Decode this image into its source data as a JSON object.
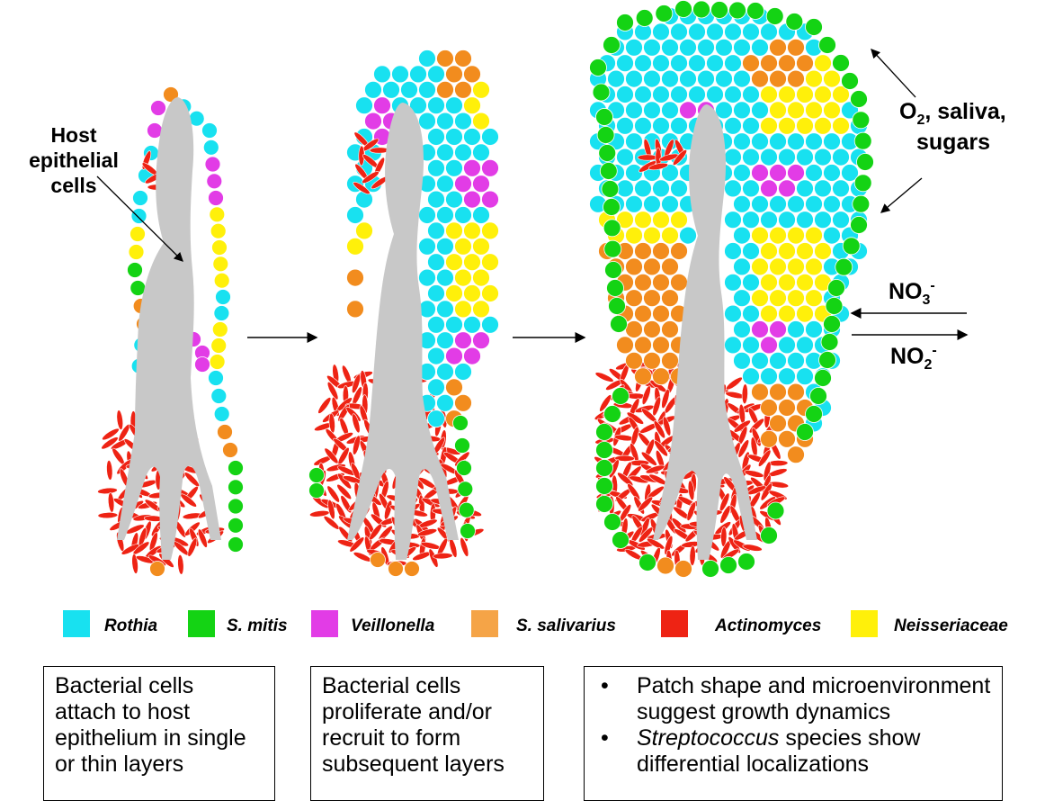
{
  "labels": {
    "host_l1": "Host",
    "host_l2": "epithelial",
    "host_l3": "cells",
    "o2_prefix": "O",
    "o2_sub": "2",
    "o2_suffix": ", saliva,",
    "sugars": "sugars",
    "no3": "NO",
    "no3_sub": "3",
    "no3_sup": "-",
    "no2": "NO",
    "no2_sub": "2",
    "no2_sup": "-"
  },
  "colors": {
    "rothia": "#18e1f0",
    "mitis": "#14d314",
    "veillonella": "#e23ce6",
    "salivarius": "#f28c1e",
    "actinomyces": "#ee2314",
    "neisseriaceae": "#fff00a",
    "host": "#c8c8c8"
  },
  "legend": [
    {
      "key": "rothia",
      "label": "Rothia",
      "color": "#18e1f0"
    },
    {
      "key": "mitis",
      "label": "S. mitis",
      "color": "#14d314"
    },
    {
      "key": "veillonella",
      "label": "Veillonella",
      "color": "#e23ce6"
    },
    {
      "key": "salivarius",
      "label": "S. salivarius",
      "color": "#f5a447"
    },
    {
      "key": "actinomyces",
      "label": "Actinomyces",
      "color": "#ee2314"
    },
    {
      "key": "neisseriaceae",
      "label": "Neisseriaceae",
      "color": "#fff00a"
    }
  ],
  "boxes": {
    "box1": "Bacterial cells\nattach to host\nepithelium in single\nor thin layers",
    "box2": "Bacterial cells\nproliferate and/or\nrecruit to form\nsubsequent layers",
    "box3_b1_l1": "Patch shape and microenvironment",
    "box3_b1_l2": "suggest growth dynamics",
    "box3_b2_italic": "Streptococcus",
    "box3_b2_rest": " species show",
    "box3_b2_l2": "differential localizations"
  }
}
